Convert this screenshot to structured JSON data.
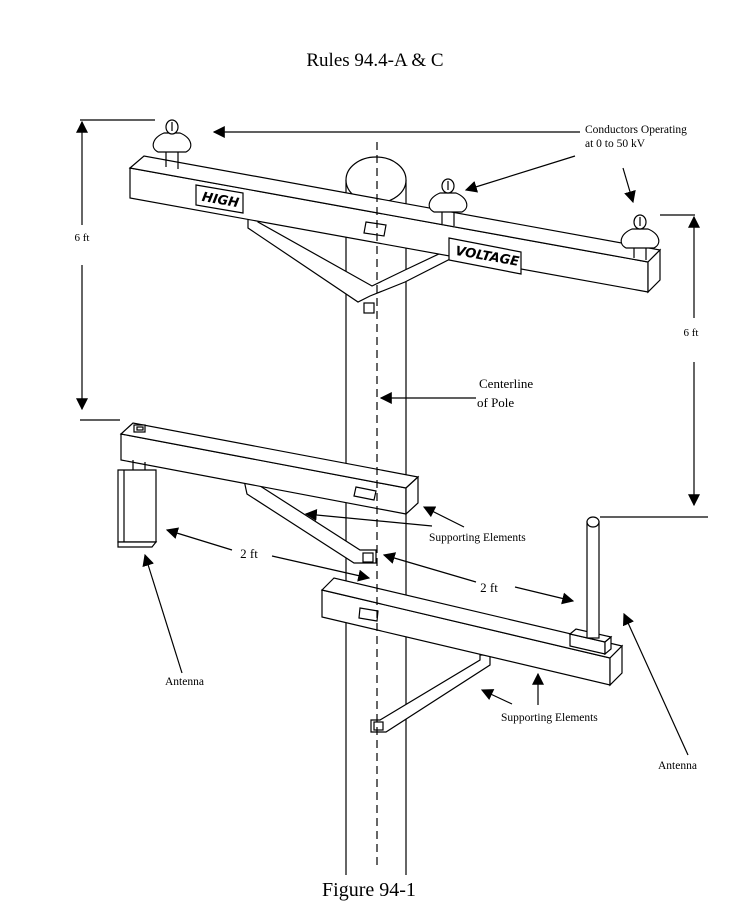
{
  "title": "Rules 94.4-A & C",
  "caption": "Figure 94-1",
  "colors": {
    "line": "#000000",
    "background": "#ffffff"
  },
  "labels": {
    "conductors_line1": "Conductors Operating",
    "conductors_line2": "at 0 to 50  kV",
    "centerline_line1": "Centerline",
    "centerline_line2": "of Pole",
    "supporting_elements_upper": "Supporting Elements",
    "supporting_elements_lower": "Supporting Elements",
    "antenna_left": "Antenna",
    "antenna_right": "Antenna"
  },
  "signs": {
    "high": "HIGH",
    "voltage": "VOLTAGE"
  },
  "dimensions": {
    "left_vertical": "6 ft",
    "right_vertical": "6 ft",
    "left_horizontal": "2 ft",
    "right_horizontal": "2 ft"
  }
}
